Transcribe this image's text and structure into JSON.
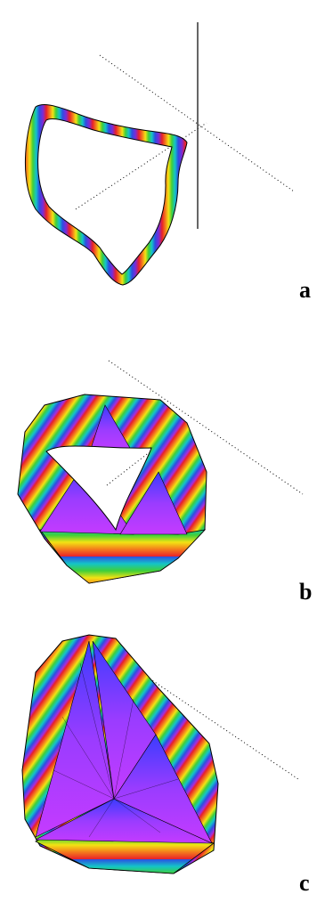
{
  "panels": [
    {
      "label": "a"
    },
    {
      "label": "b"
    },
    {
      "label": "c"
    }
  ],
  "colors": {
    "stripe_colormap": [
      "#e8202a",
      "#f47a1c",
      "#f3e313",
      "#3fcf3a",
      "#13c4c8",
      "#2c4fe0",
      "#7a2bd9",
      "#d222d6"
    ],
    "axis": "#000000",
    "interior_fill": "#b63bff"
  },
  "icons": [
    "mobius-strip-figure",
    "folded-strip-figure",
    "folded-triangular-surface-figure"
  ]
}
